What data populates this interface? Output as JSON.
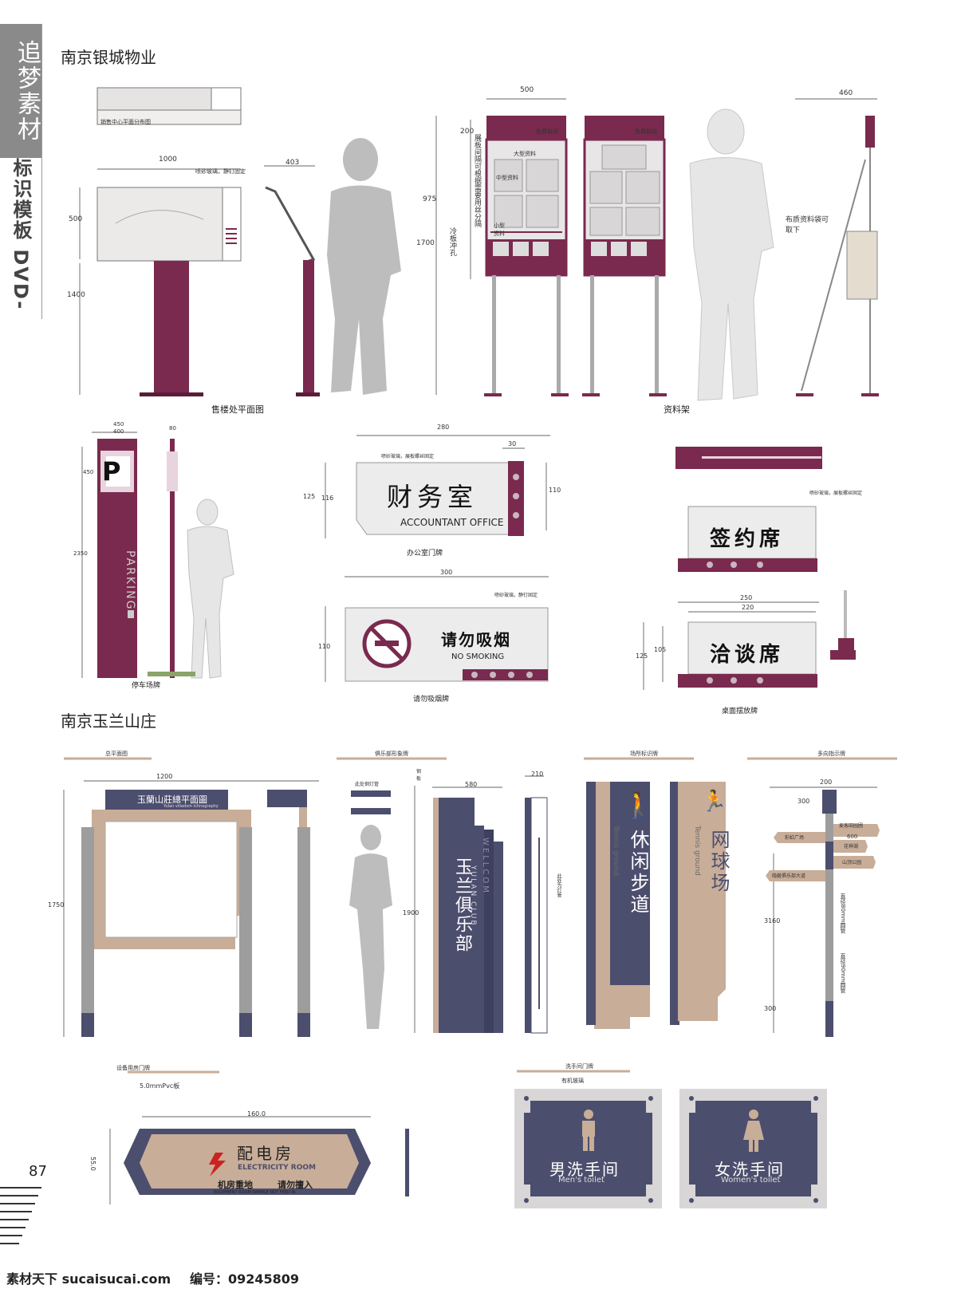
{
  "sidebar": {
    "top_text": "追梦素材",
    "bottom_text": "标识模板 DVD-1"
  },
  "section1": {
    "title": "南京银城物业",
    "sales_plan": {
      "caption": "售楼处平面图",
      "small_sign_text": "销售中心平面分布图",
      "dims": [
        "1000",
        "403",
        "500",
        "1400"
      ],
      "note": "喷砂玻璃，静钉固定"
    },
    "rack": {
      "caption": "资料架",
      "dims": [
        "500",
        "200",
        "975",
        "1700",
        "460"
      ],
      "labels": [
        "免费取阅",
        "大型资料",
        "中型资料",
        "小型资料"
      ],
      "vertical_note": "展板间隔可根据需要用丝分隔",
      "punch_note": "冷板冲孔",
      "bag_note": "布质资料袋可取下"
    },
    "parking": {
      "caption": "停车场牌",
      "letter": "P",
      "word": "PARKING",
      "dims": [
        "450",
        "400",
        "80",
        "450",
        "2350"
      ]
    },
    "office": {
      "caption": "办公室门牌",
      "title": "财务室",
      "sub": "ACCOUNTANT OFFICE",
      "dims": [
        "280",
        "30",
        "125",
        "116",
        "110"
      ],
      "note": "喷砂玻璃，展板螺丝固定"
    },
    "nosmoke": {
      "caption": "请勿吸烟牌",
      "title": "请勿吸烟",
      "sub": "NO SMOKING",
      "dims": [
        "300",
        "110"
      ],
      "note": "喷砂玻璃，静钉固定"
    },
    "desk": {
      "caption": "桌面摆放牌",
      "sign1": "签约席",
      "sign2": "洽谈席",
      "dims": [
        "250",
        "220",
        "125",
        "105"
      ],
      "note": "喷砂玻璃，展板螺丝固定"
    }
  },
  "section2": {
    "title": "南京玉兰山庄",
    "plan": {
      "label": "总平面图",
      "header": "玉蘭山莊總平面圖",
      "header_sub": "Yulan villadom ichnography",
      "dims": [
        "1200",
        "1750"
      ]
    },
    "club": {
      "label": "俱乐部形象牌",
      "name": "玉兰俱乐部",
      "en": "YULAN CLUB",
      "wellcom": "WELLCOM",
      "dims": [
        "580",
        "210",
        "1900"
      ],
      "notes": [
        "此处钢灯管",
        "钢板",
        "此处为灯管"
      ]
    },
    "place": {
      "label": "场所标识牌",
      "sign1": "休闲步道",
      "sign1_en": "Tennis ground",
      "sign2": "网球场",
      "sign2_en": "Tennis ground"
    },
    "directional": {
      "label": "多向指示牌",
      "arms": [
        "麦客田园圃",
        "彩虹广场",
        "花神湖",
        "山顶公园",
        "隐蔽俱乐部大道"
      ],
      "dims": [
        "200",
        "300",
        "600",
        "3160",
        "300"
      ],
      "notes": [
        "直径80mm圆管",
        "直径90mm圆管"
      ]
    },
    "elec": {
      "label": "设备用房门牌",
      "material": "5.0mmPvc板",
      "title": "配电房",
      "en": "ELECTRICITY ROOM",
      "line1": "机房重地",
      "line2": "请勿擅入",
      "line3": "EQUIPMENT ROOM RAMBLE  NOT FEED IN",
      "dims": [
        "160.0",
        "55.0"
      ]
    },
    "toilet": {
      "label": "洗手间门牌",
      "material": "有机玻璃",
      "men": "男洗手间",
      "men_en": "Men's toilet",
      "women": "女洗手间",
      "women_en": "Women's toilet"
    }
  },
  "page_number": "87",
  "footer": {
    "left": "素材天下 sucaisucai.com",
    "right": "编号：09245809"
  },
  "colors": {
    "maroon": "#7a2a4e",
    "navy": "#4c4e6e",
    "tan": "#c8ad98",
    "silhouette": "#bdbdbd",
    "gray": "#8a8a8a"
  }
}
